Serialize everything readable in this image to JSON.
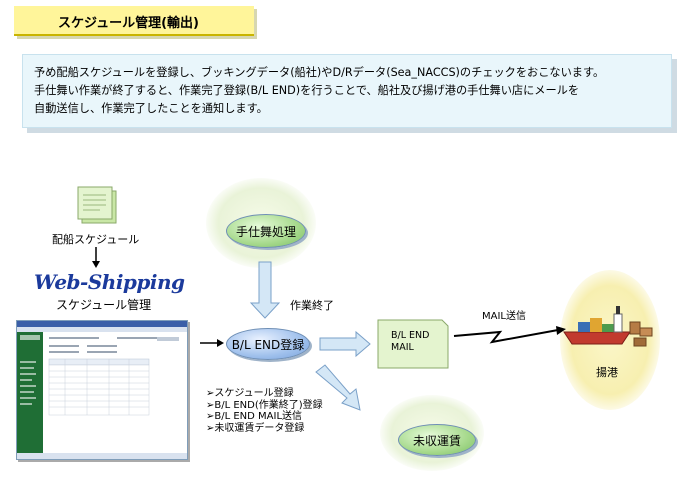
{
  "title": "スケジュール管理(輸出)",
  "description": {
    "lines": [
      "予め配船スケジュールを登録し、ブッキングデータ(船社)やD/Rデータ(Sea_NACCS)のチェックをおこないます。",
      "手仕舞い作業が終了すると、作業完了登録(B/L END)を行うことで、船社及び揚げ港の手仕舞い店にメールを",
      "自動送信し、作業完了したことを通知します。"
    ]
  },
  "source": {
    "doc_label": "配船スケジュール",
    "app_title": "Web-Shipping",
    "app_subtitle": "スケジュール管理"
  },
  "nodes": {
    "closing_process": "手仕舞処理",
    "bl_end": "B/L END登録",
    "uncollected": "未収運賃"
  },
  "labels": {
    "work_done": "作業終了",
    "mail_send": "MAIL送信",
    "port": "揚港"
  },
  "mail_doc": {
    "line1": "B/L END",
    "line2": "MAIL"
  },
  "tasks": [
    "➢スケジュール登録",
    "➢B/L END(作業終了)登録",
    "➢B/L END MAIL送信",
    "➢未収運賃データ登録"
  ],
  "colors": {
    "title_bg": "#fff59a",
    "desc_bg": "#e9f6fb",
    "brand_blue": "#1b3a9c",
    "arrow_fill": "#d4e7f6",
    "arrow_stroke": "#7aa0c8"
  }
}
